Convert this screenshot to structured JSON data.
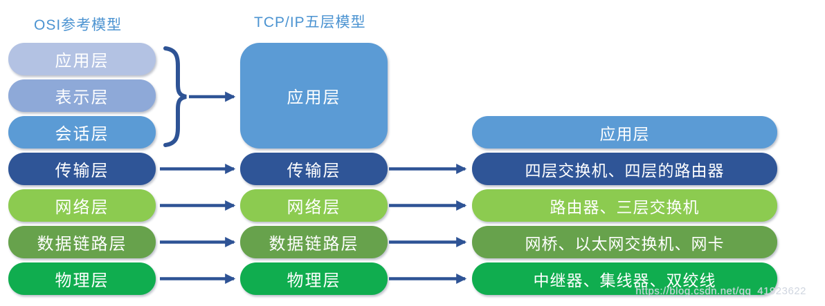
{
  "titles": {
    "osi": "OSI参考模型",
    "tcpip": "TCP/IP五层模型"
  },
  "osi_layers": [
    {
      "label": "应用层",
      "color": "#b3c2e3"
    },
    {
      "label": "表示层",
      "color": "#8ea9d8"
    },
    {
      "label": "会话层",
      "color": "#5b9bd5"
    },
    {
      "label": "传输层",
      "color": "#2f5597"
    },
    {
      "label": "网络层",
      "color": "#8ccb50"
    },
    {
      "label": "数据链路层",
      "color": "#67a24c"
    },
    {
      "label": "物理层",
      "color": "#10ad4f"
    }
  ],
  "tcpip_layers": [
    {
      "label": "应用层",
      "color": "#5b9bd5"
    },
    {
      "label": "传输层",
      "color": "#2f5597"
    },
    {
      "label": "网络层",
      "color": "#8ccb50"
    },
    {
      "label": "数据链路层",
      "color": "#67a24c"
    },
    {
      "label": "物理层",
      "color": "#10ad4f"
    }
  ],
  "device_rows": [
    {
      "label": "应用层",
      "color": "#5b9bd5"
    },
    {
      "label": "四层交换机、四层的路由器",
      "color": "#2f5597"
    },
    {
      "label": "路由器、三层交换机",
      "color": "#8ccb50"
    },
    {
      "label": "网桥、以太网交换机、网卡",
      "color": "#67a24c"
    },
    {
      "label": "中继器、集线器、双绞线",
      "color": "#10ad4f"
    }
  ],
  "connector_color": "#2e5395",
  "watermark": "https://blog.csdn.net/qq_41923622"
}
